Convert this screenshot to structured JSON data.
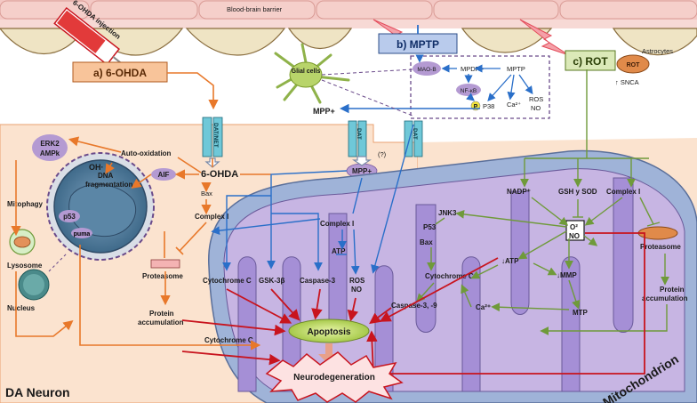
{
  "header": {
    "barrier_label": "Blood-brain barrier",
    "astrocytes_label": "Astrocytes",
    "injection_label": "6-OHDA injection"
  },
  "panels": {
    "a_label": "a) 6-OHDA",
    "b_label": "b) MPTP",
    "c_label": "c) ROT"
  },
  "mptp_box": {
    "mao_b": "MAO-B",
    "mpdp": "MPDP+",
    "mptp": "MPTP",
    "nfkb": "NF-κB",
    "p": "P",
    "p38": "P38",
    "ca": "Ca²⁺",
    "ros": "ROS",
    "no": "NO"
  },
  "glial_label": "Glial cells",
  "rot": {
    "badge": "ROT",
    "snca": "↑ SNCA"
  },
  "transporters": {
    "dat_net": "DAT/NET",
    "dat1": "DAT",
    "dat2": "DAT",
    "mpp_out": "MPP+",
    "mpp_in": "MPP+",
    "question": "(?)"
  },
  "neuron": {
    "title": "DA Neuron",
    "erk2": "ERK2",
    "ampk": "AMPk",
    "mitophagy": "Mitophagy",
    "lysosome": "Lysosome",
    "auto_oxidation": "Auto-oxidation",
    "oh": "OH·",
    "aif": "AIF",
    "ohda": "6-OHDA",
    "bax": "Bax",
    "complex_i": "Complex I",
    "dna_frag_1": "DNA",
    "dna_frag_2": "fragmentation",
    "p53": "p53",
    "puma": "puma",
    "nucleus": "Nucleus",
    "proteasome": "Proteasome",
    "protein_acc_1": "Protein",
    "protein_acc_2": "accumulation",
    "cyt_c_outer": "Cytochrome C"
  },
  "mito": {
    "title": "Mitochondrion",
    "complex_i": "Complex I",
    "atp": "ATP",
    "ros": "ROS",
    "no": "NO",
    "cyt_c": "Cytochrome C",
    "gsk": "GSK-3β",
    "caspase3": "Caspase-3",
    "jnk3": "JNK3",
    "p53": "P53",
    "bax": "Bax",
    "cyt_c2": "Cytochrome C",
    "casp39": "Caspase-3, -9",
    "ca": "Ca²⁺",
    "atp_down": "↓ATP",
    "mmp_down": "↓MMP",
    "mtp": "MTP",
    "nadp": "NADP⁺",
    "gsh_sod": "GSH y SOD",
    "complex_i_rot": "Complex I",
    "o2": "O²",
    "no_box": "NO",
    "proteasome_rot": "Proteasome",
    "protein_acc_rot_1": "Protein",
    "protein_acc_rot_2": "accumulation"
  },
  "outcomes": {
    "apoptosis": "Apoptosis",
    "neurodegeneration": "Neurodegeneration"
  },
  "colors": {
    "orange_arrow": "#e8782a",
    "blue_arrow": "#2a6fc9",
    "green_arrow": "#6f9a3a",
    "red_arrow": "#c8141e",
    "neuron_fill": "#fbe3cf",
    "mito_fill": "#b8c8e6"
  }
}
